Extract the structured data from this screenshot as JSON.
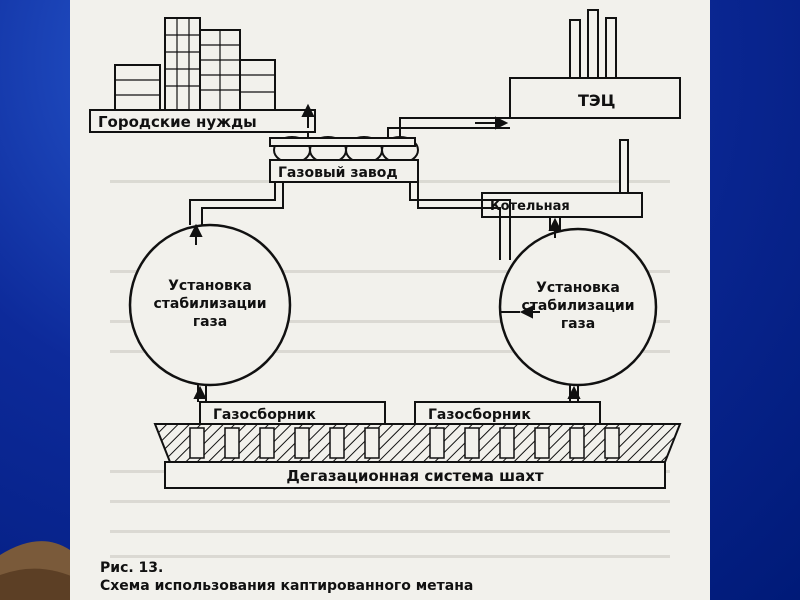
{
  "labels": {
    "city": "Городские нужды",
    "tec": "ТЭЦ",
    "gas_plant": "Газовый завод",
    "boiler": "Котельная",
    "stab_left_line1": "Установка",
    "stab_left_line2": "стабилизации",
    "stab_left_line3": "газа",
    "stab_right_line1": "Установка",
    "stab_right_line2": "стабилизации",
    "stab_right_line3": "газа",
    "collector_left": "Газосборник",
    "collector_right": "Газосборник",
    "degas": "Дегазационная система шахт"
  },
  "caption": {
    "fig": "Рис. 13.",
    "title": "Схема использования каптированного метана"
  },
  "colors": {
    "background": "#0d2a9a",
    "page": "#f2f1ec",
    "ink": "#111111"
  }
}
